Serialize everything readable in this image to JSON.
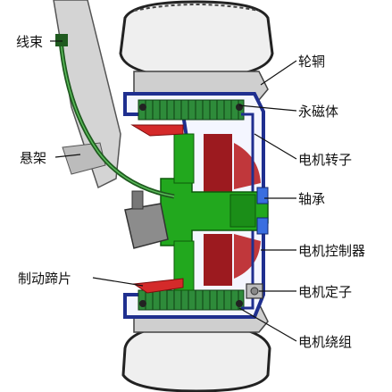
{
  "labels": {
    "wire_harness": "线束",
    "rim": "轮辋",
    "permanent_magnet": "永磁体",
    "suspension": "悬架",
    "motor_rotor": "电机转子",
    "bearing": "轴承",
    "motor_controller": "电机控制器",
    "brake_shoe": "制动蹄片",
    "motor_stator": "电机定子",
    "motor_winding": "电机绕组"
  },
  "colors": {
    "tire": "#eeeeee",
    "tire_outline": "#222222",
    "rim": "#c9c9c9",
    "housing": "#1f2f8f",
    "stator_winding": "#2e8b3a",
    "magnet_rotor": "#9c1a1f",
    "hub_axle": "#22a81e",
    "brake": "#d42a2a",
    "wire": "#1f5a1f",
    "background": "#ffffff"
  }
}
